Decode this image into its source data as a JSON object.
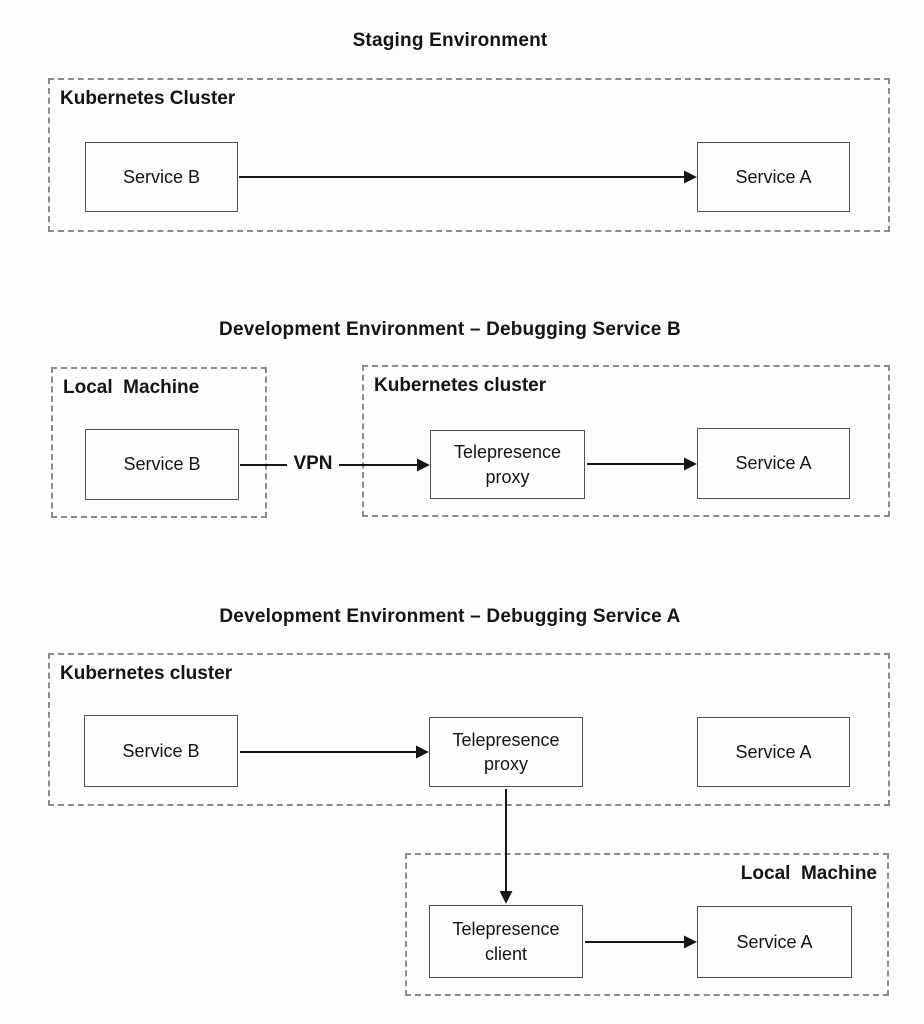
{
  "staging": {
    "title": "Staging Environment",
    "cluster": {
      "label": "Kubernetes Cluster"
    },
    "nodes": {
      "service_b": "Service B",
      "service_a": "Service A"
    }
  },
  "dev_b": {
    "title": "Development Environment – Debugging Service B",
    "local": {
      "label": "Local  Machine"
    },
    "cluster": {
      "label": "Kubernetes cluster"
    },
    "vpn": "VPN",
    "nodes": {
      "service_b": "Service B",
      "proxy": "Telepresence proxy",
      "service_a": "Service A"
    }
  },
  "dev_a": {
    "title": "Development Environment – Debugging Service A",
    "cluster": {
      "label": "Kubernetes cluster"
    },
    "local": {
      "label": "Local  Machine"
    },
    "nodes": {
      "service_b": "Service B",
      "proxy": "Telepresence proxy",
      "service_a": "Service A",
      "client": "Telepresence client",
      "local_service_a": "Service A"
    }
  },
  "connections": [
    {
      "section": "staging",
      "from": "Service B",
      "to": "Service A",
      "style": "arrow"
    },
    {
      "section": "dev_b",
      "from": "Service B",
      "to": "Telepresence proxy",
      "via": "VPN",
      "style": "arrow"
    },
    {
      "section": "dev_b",
      "from": "Telepresence proxy",
      "to": "Service A",
      "style": "arrow"
    },
    {
      "section": "dev_a",
      "from": "Service B",
      "to": "Telepresence proxy",
      "style": "arrow"
    },
    {
      "section": "dev_a",
      "from": "Telepresence proxy",
      "to": "Telepresence client",
      "style": "arrow"
    },
    {
      "section": "dev_a",
      "from": "Telepresence client",
      "to": "Service A (local)",
      "style": "arrow"
    }
  ],
  "colors": {
    "background": "#fdfdfd",
    "text": "#141414",
    "node_border": "#4f4f4f",
    "dashed_border": "#8c8c8c",
    "arrow": "#161616"
  }
}
